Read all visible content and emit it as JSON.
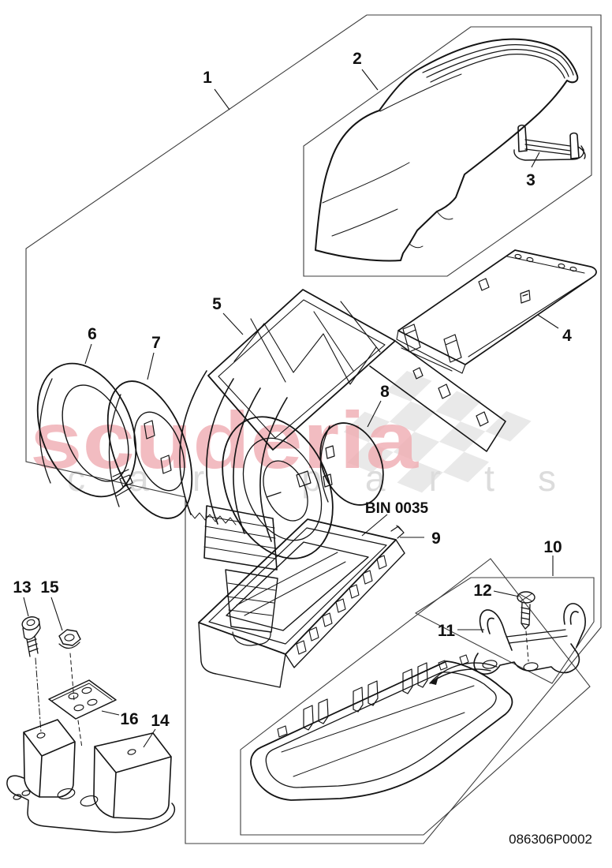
{
  "page": {
    "background": "#ffffff",
    "line_color": "#141414"
  },
  "watermark": {
    "brand": "scuderia",
    "tagline": "car parts",
    "brand_color": "#f0acb2",
    "tagline_color": "#dcdcdc",
    "checker_color": "#e9e9e9"
  },
  "diagram": {
    "drawing_code": "086306P0002",
    "bin_label": "BIN 0035",
    "callouts": [
      {
        "id": "1"
      },
      {
        "id": "2"
      },
      {
        "id": "3"
      },
      {
        "id": "4"
      },
      {
        "id": "5"
      },
      {
        "id": "6"
      },
      {
        "id": "7"
      },
      {
        "id": "8"
      },
      {
        "id": "9"
      },
      {
        "id": "10"
      },
      {
        "id": "11"
      },
      {
        "id": "12"
      },
      {
        "id": "13"
      },
      {
        "id": "14"
      },
      {
        "id": "15"
      },
      {
        "id": "16"
      }
    ]
  }
}
